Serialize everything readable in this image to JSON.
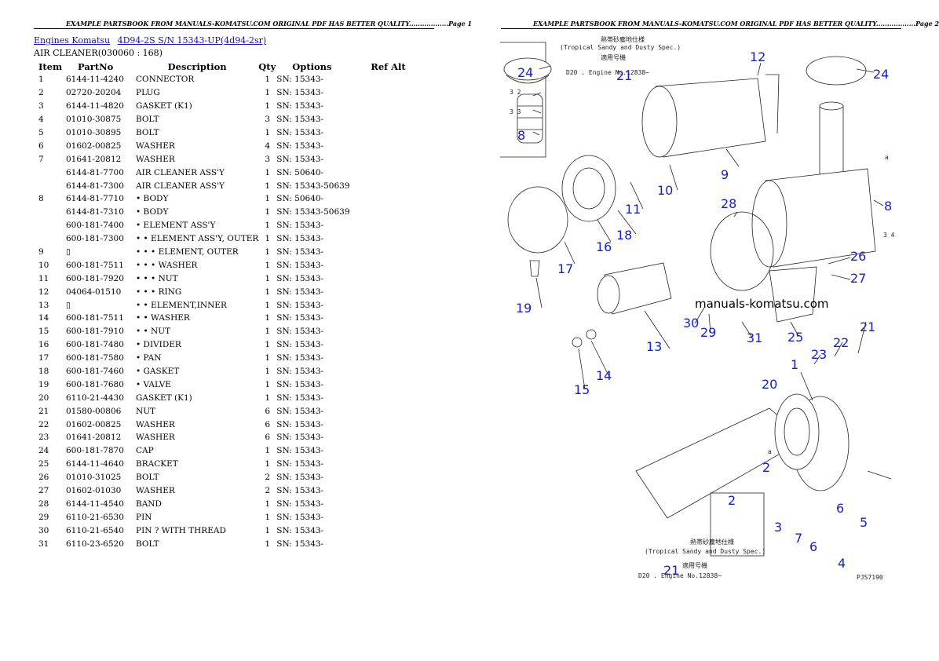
{
  "page1": {
    "header": "EXAMPLE PARTSBOOK FROM MANUALS-KOMATSU.COM ORIGINAL PDF HAS BETTER QUALITY..................Page 1",
    "breadcrumb": [
      "Engines Komatsu",
      "4D94-2S S/N 15343-UP(4d94-2sr)"
    ],
    "subtitle": "AIR CLEANER(030060 : 168)",
    "columns": [
      "Item",
      "PartNo",
      "Description",
      "Qty",
      "Options",
      "Ref Alt"
    ],
    "rows": [
      [
        "1",
        "6144-11-4240",
        "CONNECTOR",
        "1",
        "SN: 15343-",
        ""
      ],
      [
        "2",
        "02720-20204",
        "PLUG",
        "1",
        "SN: 15343-",
        ""
      ],
      [
        "3",
        "6144-11-4820",
        "GASKET (K1)",
        "1",
        "SN: 15343-",
        ""
      ],
      [
        "4",
        "01010-30875",
        "BOLT",
        "3",
        "SN: 15343-",
        ""
      ],
      [
        "5",
        "01010-30895",
        "BOLT",
        "1",
        "SN: 15343-",
        ""
      ],
      [
        "6",
        "01602-00825",
        "WASHER",
        "4",
        "SN: 15343-",
        ""
      ],
      [
        "7",
        "01641-20812",
        "WASHER",
        "3",
        "SN: 15343-",
        ""
      ],
      [
        "",
        "6144-81-7700",
        "AIR CLEANER ASS'Y",
        "1",
        "SN: 50640-",
        ""
      ],
      [
        "",
        "6144-81-7300",
        "AIR CLEANER ASS'Y",
        "1",
        "SN: 15343-50639",
        ""
      ],
      [
        "8",
        "6144-81-7710",
        "• BODY",
        "1",
        "SN: 50640-",
        ""
      ],
      [
        "",
        "6144-81-7310",
        "• BODY",
        "1",
        "SN: 15343-50639",
        ""
      ],
      [
        "",
        "600-181-7400",
        "• ELEMENT ASS'Y",
        "1",
        "SN: 15343-",
        ""
      ],
      [
        "",
        "600-181-7300",
        "• • ELEMENT ASS'Y, OUTER",
        "1",
        "SN: 15343-",
        ""
      ],
      [
        "9",
        "▯",
        "• • • ELEMENT, OUTER",
        "1",
        "SN: 15343-",
        ""
      ],
      [
        "10",
        "600-181-7511",
        "• • • WASHER",
        "1",
        "SN: 15343-",
        ""
      ],
      [
        "11",
        "600-181-7920",
        "• • • NUT",
        "1",
        "SN: 15343-",
        ""
      ],
      [
        "12",
        "04064-01510",
        "• • • RING",
        "1",
        "SN: 15343-",
        ""
      ],
      [
        "13",
        "▯",
        "• • ELEMENT,INNER",
        "1",
        "SN: 15343-",
        ""
      ],
      [
        "14",
        "600-181-7511",
        "• • WASHER",
        "1",
        "SN: 15343-",
        ""
      ],
      [
        "15",
        "600-181-7910",
        "• • NUT",
        "1",
        "SN: 15343-",
        ""
      ],
      [
        "16",
        "600-181-7480",
        "• DIVIDER",
        "1",
        "SN: 15343-",
        ""
      ],
      [
        "17",
        "600-181-7580",
        "• PAN",
        "1",
        "SN: 15343-",
        ""
      ],
      [
        "18",
        "600-181-7460",
        "• GASKET",
        "1",
        "SN: 15343-",
        ""
      ],
      [
        "19",
        "600-181-7680",
        "• VALVE",
        "1",
        "SN: 15343-",
        ""
      ],
      [
        "20",
        "6110-21-4430",
        "GASKET (K1)",
        "1",
        "SN: 15343-",
        ""
      ],
      [
        "21",
        "01580-00806",
        "NUT",
        "6",
        "SN: 15343-",
        ""
      ],
      [
        "22",
        "01602-00825",
        "WASHER",
        "6",
        "SN: 15343-",
        ""
      ],
      [
        "23",
        "01641-20812",
        "WASHER",
        "6",
        "SN: 15343-",
        ""
      ],
      [
        "24",
        "600-181-7870",
        "CAP",
        "1",
        "SN: 15343-",
        ""
      ],
      [
        "25",
        "6144-11-4640",
        "BRACKET",
        "1",
        "SN: 15343-",
        ""
      ],
      [
        "26",
        "01010-31025",
        "BOLT",
        "2",
        "SN: 15343-",
        ""
      ],
      [
        "27",
        "01602-01030",
        "WASHER",
        "2",
        "SN: 15343-",
        ""
      ],
      [
        "28",
        "6144-11-4540",
        "BAND",
        "1",
        "SN: 15343-",
        ""
      ],
      [
        "29",
        "6110-21-6530",
        "PIN",
        "1",
        "SN: 15343-",
        ""
      ],
      [
        "30",
        "6110-21-6540",
        "PIN ? WITH THREAD",
        "1",
        "SN: 15343-",
        ""
      ],
      [
        "31",
        "6110-23-6520",
        "BOLT",
        "1",
        "SN: 15343-",
        ""
      ]
    ]
  },
  "page2": {
    "header": "EXAMPLE PARTSBOOK FROM MANUALS-KOMATSU.COM ORIGINAL PDF HAS BETTER QUALITY..................Page 2",
    "diagram": {
      "watermark": "manuals-komatsu.com",
      "spec_top_jp": "熱帯砂塵地仕様",
      "spec_top": "(Tropical Sandy and Dusty Spec.)",
      "apply_top_jp": "適用号機",
      "engine_top": "D20 .  Engine No.12838~",
      "spec_bottom_jp": "熱帯砂塵地仕様",
      "spec_bottom": "(Tropical Sandy and Dusty Spec.)",
      "apply_bottom_jp": "適用号機",
      "engine_bottom": "D20 .  Engine No.12838~",
      "ref_code": "PJS7190",
      "arrow_a": "a",
      "label_32": "3 2",
      "label_33": "3 3",
      "label_34": "3 4",
      "callouts": {
        "n24a": "24",
        "n32": "32",
        "n33": "33",
        "n8a": "8",
        "n12": "12",
        "n21a": "21",
        "n9": "9",
        "n10": "10",
        "n11": "11",
        "n18": "18",
        "n16": "16",
        "n17": "17",
        "n19": "19",
        "n13": "13",
        "n14": "14",
        "n15": "15",
        "n24b": "24",
        "n8b": "8",
        "n28": "28",
        "n26": "26",
        "n27": "27",
        "n30": "30",
        "n29": "29",
        "n31": "31",
        "n25": "25",
        "n21b": "21",
        "n22": "22",
        "n23": "23",
        "n1": "1",
        "n20": "20",
        "n2a": "2",
        "n2b": "2",
        "n3": "3",
        "n6a": "6",
        "n5": "5",
        "n7": "7",
        "n6b": "6",
        "n4": "4",
        "n21c": "21"
      }
    }
  }
}
